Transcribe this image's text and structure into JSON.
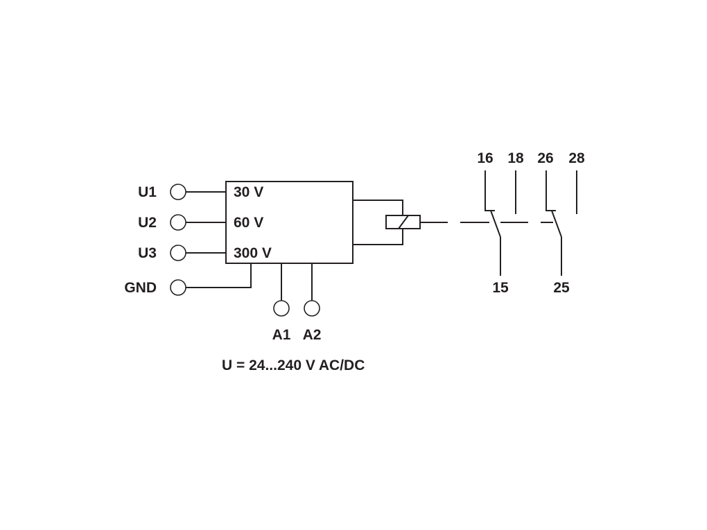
{
  "inputs": {
    "u1": "U1",
    "u2": "U2",
    "u3": "U3",
    "gnd": "GND"
  },
  "ranges": {
    "r30": "30 V",
    "r60": "60 V",
    "r300": "300 V"
  },
  "supply": {
    "a1": "A1",
    "a2": "A2",
    "voltage": "U = 24...240 V AC/DC"
  },
  "contacts": {
    "c16": "16",
    "c18": "18",
    "c26": "26",
    "c28": "28",
    "c15": "15",
    "c25": "25"
  },
  "colors": {
    "line": "#231f20",
    "background": "#ffffff"
  }
}
